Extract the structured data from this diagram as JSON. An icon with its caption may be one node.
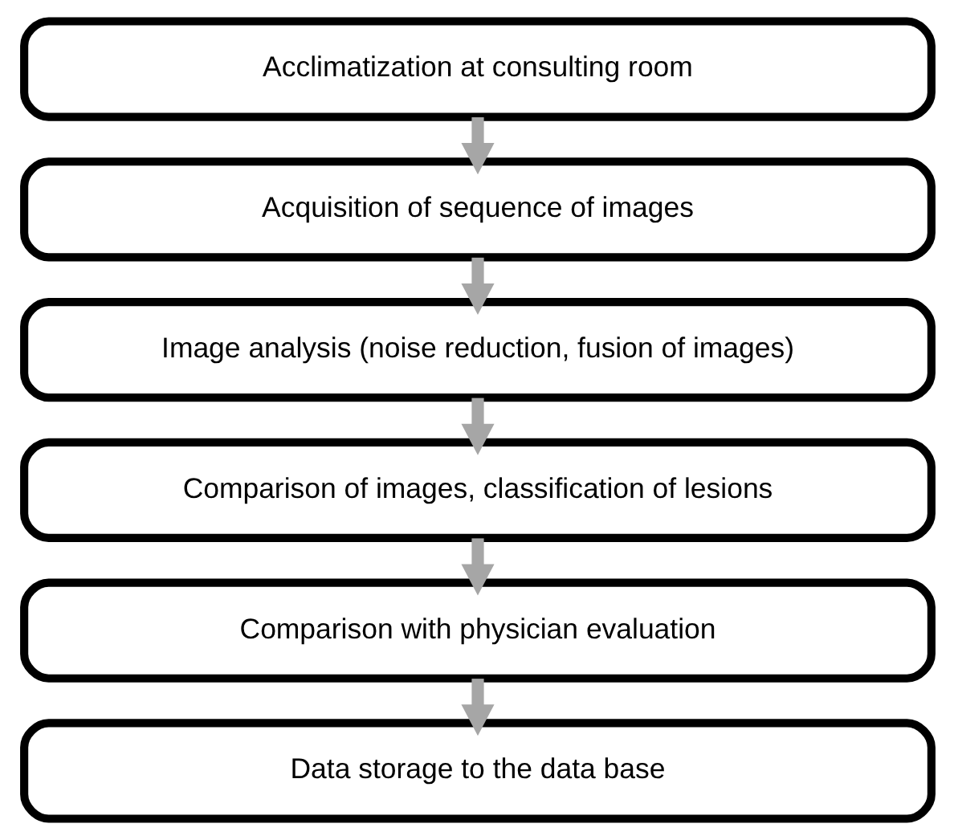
{
  "diagram": {
    "nodes": [
      {
        "text": [
          "Acclimatization at consulting room"
        ]
      },
      {
        "text": [
          "Acquisition of sequence of images"
        ]
      },
      {
        "text": [
          "Image analysis (noise reduction, fusion of images)"
        ]
      },
      {
        "text": [
          "Comparison of images, classification of lesions"
        ]
      },
      {
        "text": [
          "Comparison with physician evaluation"
        ]
      },
      {
        "text": [
          "Data storage to the data base"
        ]
      }
    ],
    "edges": [
      {
        "from": 0,
        "to": 1,
        "arrow": "to"
      },
      {
        "from": 1,
        "to": 2,
        "arrow": "to"
      },
      {
        "from": 2,
        "to": 3,
        "arrow": "to"
      },
      {
        "from": 3,
        "to": 4,
        "arrow": "to"
      },
      {
        "from": 4,
        "to": 5,
        "arrow": "to"
      }
    ]
  }
}
